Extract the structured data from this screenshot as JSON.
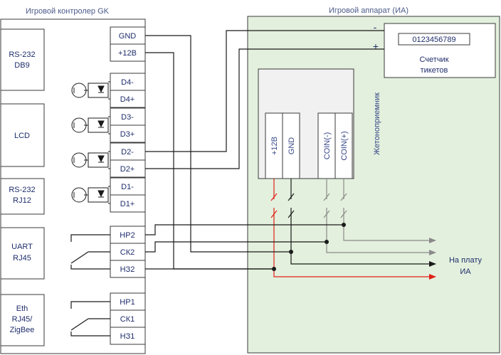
{
  "controller": {
    "title": "Игровой контролер GK",
    "modules": [
      "RS-232 DB9",
      "LCD",
      "RS-232 RJ12",
      "UART RJ45",
      "Eth RJ45/ ZigBee"
    ],
    "module_lines": [
      [
        "RS-232",
        "DB9"
      ],
      [
        "LCD"
      ],
      [
        "RS-232",
        "RJ12"
      ],
      [
        "UART",
        "RJ45"
      ],
      [
        "Eth",
        "RJ45/",
        "ZigBee"
      ]
    ],
    "pins": [
      "GND",
      "+12В",
      "D4-",
      "D4+",
      "D3-",
      "D3+",
      "D2-",
      "D2+",
      "D1-",
      "D1+",
      "НР2",
      "СК2",
      "НЗ2",
      "НР1",
      "СК1",
      "НЗ1"
    ]
  },
  "machine": {
    "title": "Игровой аппарат (ИА)",
    "counter": {
      "number": "0123456789",
      "label_line1": "Счетчик",
      "label_line2": "тикетов",
      "minus": "-",
      "plus": "+"
    },
    "coin_acceptor": {
      "label": "Жетоноприемник",
      "pins": [
        "+12В",
        "GND",
        "COIN(-)",
        "COIN(+)"
      ]
    },
    "board_label_line1": "На плату",
    "board_label_line2": "ИА"
  },
  "colors": {
    "panel_fill": "#e3f0dd",
    "border": "#3a3a3a",
    "red": "#e0201a",
    "gray": "#8a8a8a",
    "black": "#1a1a1a",
    "acceptor_fill": "#f1f1f1"
  }
}
